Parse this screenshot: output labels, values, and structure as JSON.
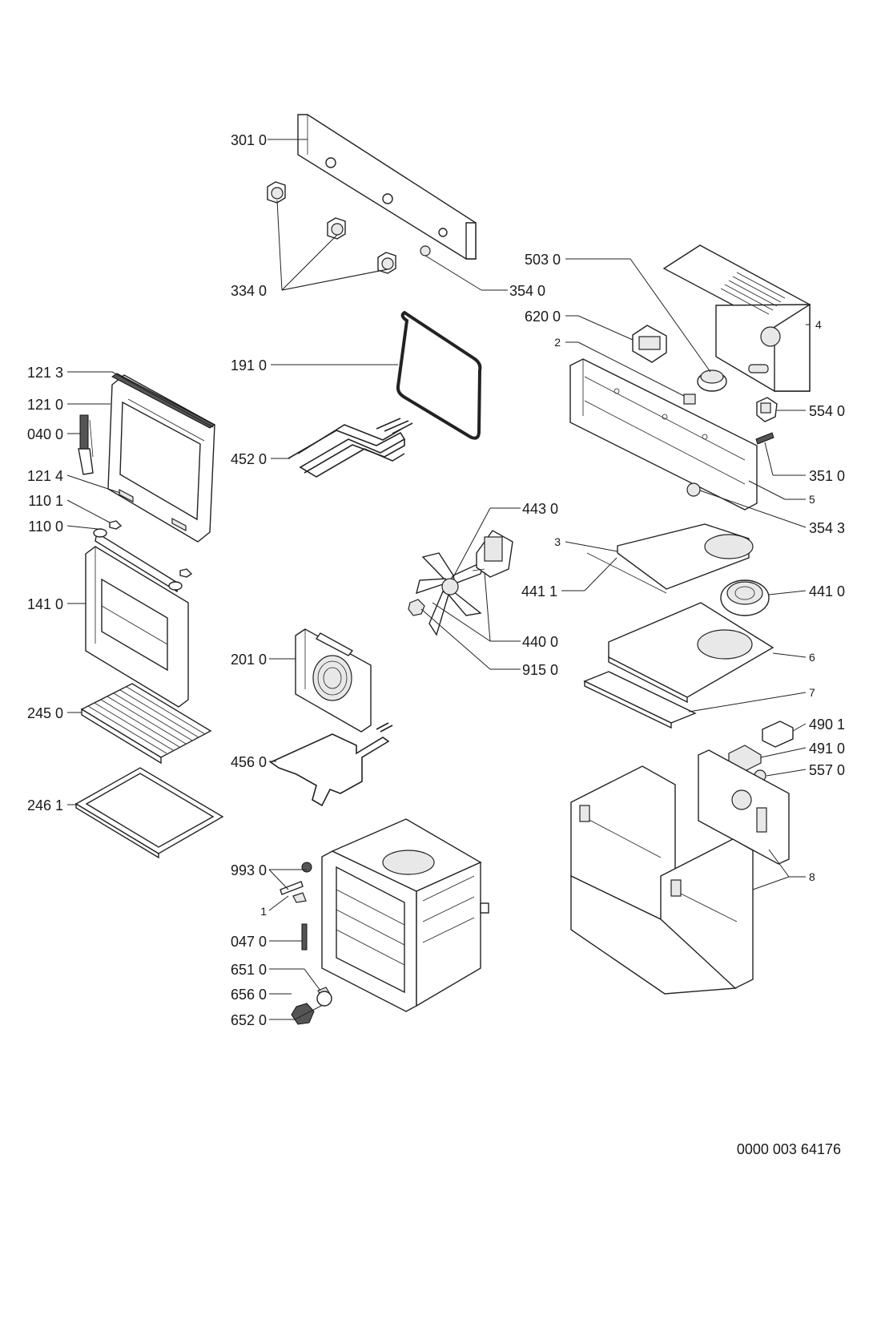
{
  "document_number": "0000 003 64176",
  "labels": {
    "l301_0": "301 0",
    "l334_0": "334 0",
    "l354_0": "354 0",
    "l191_0": "191 0",
    "l452_0": "452 0",
    "l121_3": "121 3",
    "l121_0": "121 0",
    "l040_0": "040 0",
    "l121_4": "121 4",
    "l110_1": "110 1",
    "l110_0": "110 0",
    "l141_0": "141 0",
    "l245_0": "245 0",
    "l246_1": "246 1",
    "l201_0": "201 0",
    "l456_0": "456 0",
    "l993_0": "993 0",
    "l1": "1",
    "l047_0": "047 0",
    "l651_0": "651 0",
    "l656_0": "656 0",
    "l652_0": "652 0",
    "l443_0": "443 0",
    "l441_1": "441 1",
    "l440_0": "440 0",
    "l915_0": "915 0",
    "l503_0": "503 0",
    "l620_0": "620 0",
    "l2": "2",
    "l4": "4",
    "l554_0": "554 0",
    "l351_0": "351 0",
    "l5": "5",
    "l354_3": "354 3",
    "l3": "3",
    "l441_0": "441 0",
    "l6": "6",
    "l7": "7",
    "l490_1": "490 1",
    "l491_0": "491 0",
    "l557_0": "557 0",
    "l8": "8"
  }
}
